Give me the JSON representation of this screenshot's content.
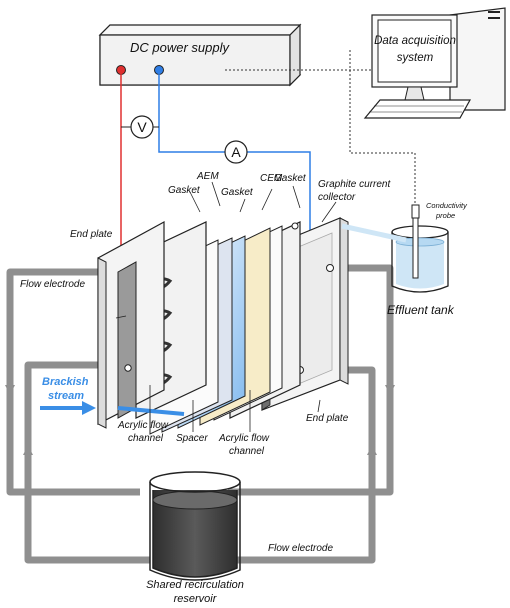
{
  "colors": {
    "flow_line": "#8f8f8f",
    "wire_positive": "#e03030",
    "wire_negative": "#2f7ee6",
    "brackish_arrow": "#3a8ee6",
    "cem_tint": "#f7ecc8",
    "aem_tint": "#dde4f0",
    "spacer_blue": "#7fb8ee",
    "electrode_gray": "#9a9a9a",
    "reservoir_liquid": "#4a4a4a"
  },
  "icons": {
    "computer": "desktop-computer-icon",
    "voltmeter": "voltmeter-icon",
    "ammeter": "ammeter-icon"
  },
  "labels": {
    "power_supply": "DC power supply",
    "daq_line1": "Data acquisition",
    "daq_line2": "system",
    "voltmeter_symbol": "V",
    "ammeter_symbol": "A",
    "aem": "AEM",
    "cem": "CEM",
    "gasket_left": "Gasket",
    "gasket_middle": "Gasket",
    "gasket_right": "Gasket",
    "graphite_line1": "Graphite current",
    "graphite_line2": "collector",
    "conductivity_line1": "Conductivity",
    "conductivity_line2": "probe",
    "end_plate_left": "End plate",
    "end_plate_right": "End plate",
    "flow_electrode_top": "Flow electrode",
    "flow_electrode_bottom": "Flow electrode",
    "effluent_tank": "Effluent tank",
    "brackish_line1": "Brackish",
    "brackish_line2": "stream",
    "acrylic_left_line1": "Acrylic flow",
    "acrylic_left_line2": "channel",
    "spacer": "Spacer",
    "acrylic_right_line1": "Acrylic flow",
    "acrylic_right_line2": "channel",
    "reservoir_line1": "Shared recirculation",
    "reservoir_line2": "reservoir"
  }
}
